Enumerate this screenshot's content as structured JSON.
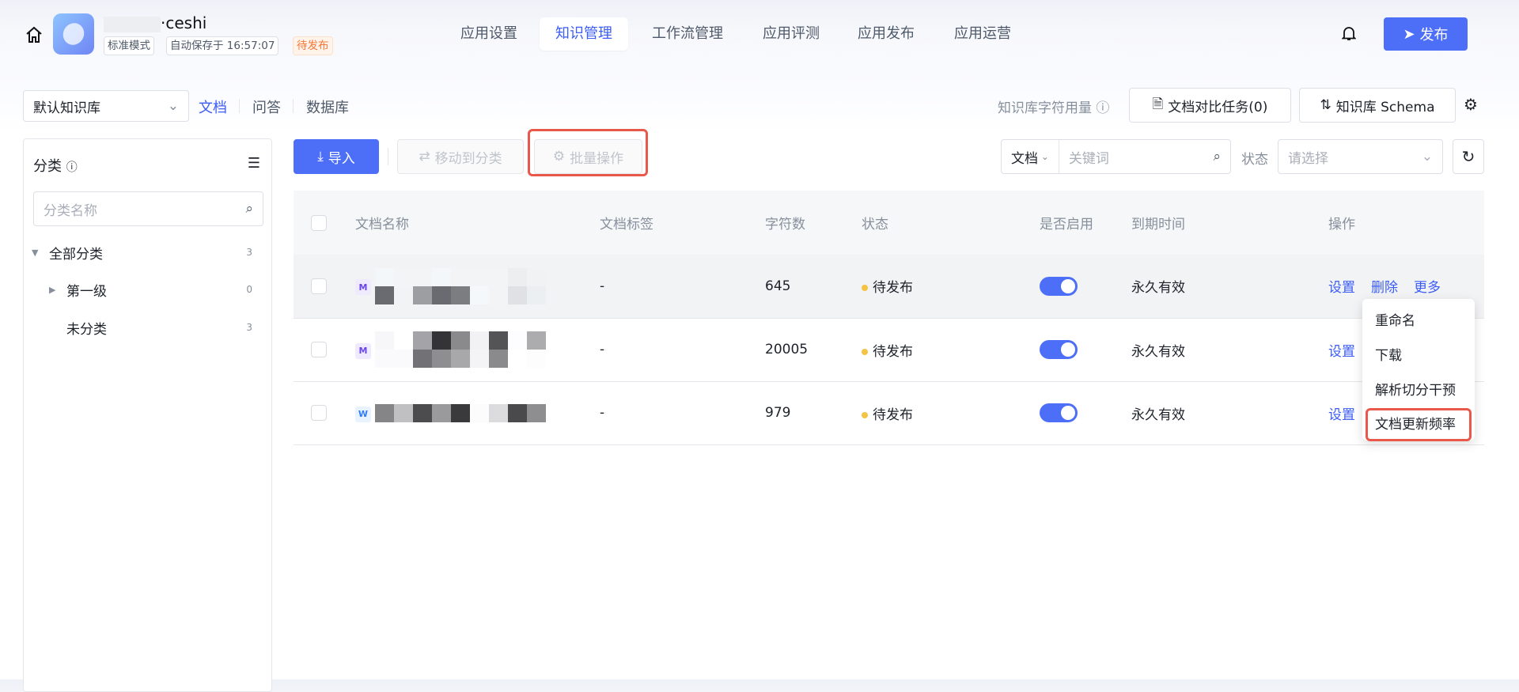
{
  "header": {
    "app_title_suffix": "·ceshi",
    "tags": [
      "标准模式",
      "自动保存于 16:57:07",
      "待发布"
    ],
    "nav": [
      "应用设置",
      "知识管理",
      "工作流管理",
      "应用评测",
      "应用发布",
      "应用运营"
    ],
    "publish_label": "发布"
  },
  "kb": {
    "selected": "默认知识库",
    "tabs": [
      "文档",
      "问答",
      "数据库"
    ],
    "usage_label": "知识库字符用量",
    "compare_button": "文档对比任务(0)",
    "schema_button": "知识库 Schema"
  },
  "sidebar": {
    "title": "分类",
    "search_placeholder": "分类名称",
    "tree": [
      {
        "label": "全部分类",
        "count": "3"
      },
      {
        "label": "第一级",
        "count": "0"
      },
      {
        "label": "未分类",
        "count": "3"
      }
    ]
  },
  "toolbar": {
    "import": "导入",
    "move": "移动到分类",
    "batch": "批量操作",
    "filter_type": "文档",
    "keyword_placeholder": "关键词",
    "status_label": "状态",
    "status_placeholder": "请选择"
  },
  "table": {
    "headers": [
      "文档名称",
      "文档标签",
      "字符数",
      "状态",
      "是否启用",
      "到期时间",
      "操作"
    ],
    "rows": [
      {
        "type": "M",
        "tag": "-",
        "chars": "645",
        "status": "待发布",
        "enabled": true,
        "expire": "永久有效"
      },
      {
        "type": "M",
        "tag": "-",
        "chars": "20005",
        "status": "待发布",
        "enabled": true,
        "expire": "永久有效"
      },
      {
        "type": "W",
        "tag": "-",
        "chars": "979",
        "status": "待发布",
        "enabled": true,
        "expire": "永久有效"
      }
    ],
    "actions": [
      "设置",
      "删除",
      "更多"
    ]
  },
  "more_menu": [
    "重命名",
    "下载",
    "解析切分干预",
    "文档更新频率"
  ],
  "colors": {
    "accent": "#4d6ef7",
    "pending": "#f5c242",
    "highlight": "#e8584b"
  }
}
